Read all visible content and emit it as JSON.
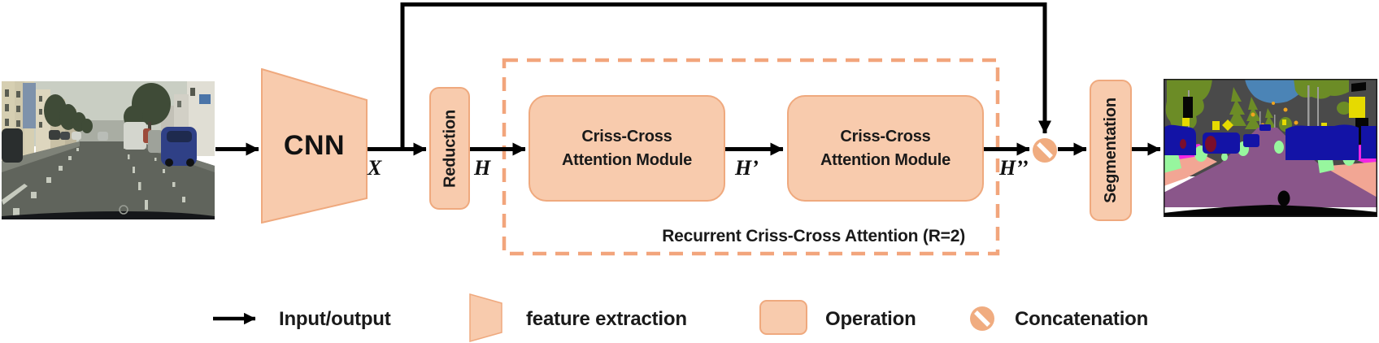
{
  "diagram": {
    "cnn_label": "CNN",
    "reduction_label": "Reduction",
    "segmentation_label": "Segmentation",
    "modules": [
      {
        "line1": "Criss-Cross",
        "line2": "Attention Module"
      },
      {
        "line1": "Criss-Cross",
        "line2": "Attention Module"
      }
    ],
    "recurrent_box_label": "Recurrent Criss-Cross Attention (R=2)",
    "feature_labels": {
      "x": "X",
      "h": "H",
      "h_prime": "H’",
      "h_double_prime": "H’’"
    }
  },
  "legend": {
    "items": [
      {
        "icon": "arrow-icon",
        "label": "Input/output"
      },
      {
        "icon": "trapezoid-icon",
        "label": "feature extraction"
      },
      {
        "icon": "rounded-rect-icon",
        "label": "Operation"
      },
      {
        "icon": "concatenation-icon",
        "label": "Concatenation"
      }
    ]
  },
  "colors": {
    "shape_fill": "#F8CBAD",
    "shape_border": "#EFA97E",
    "dashed_border": "#F2A57C",
    "concat_icon_fill": "#F0AC80",
    "arrow": "#000000"
  }
}
